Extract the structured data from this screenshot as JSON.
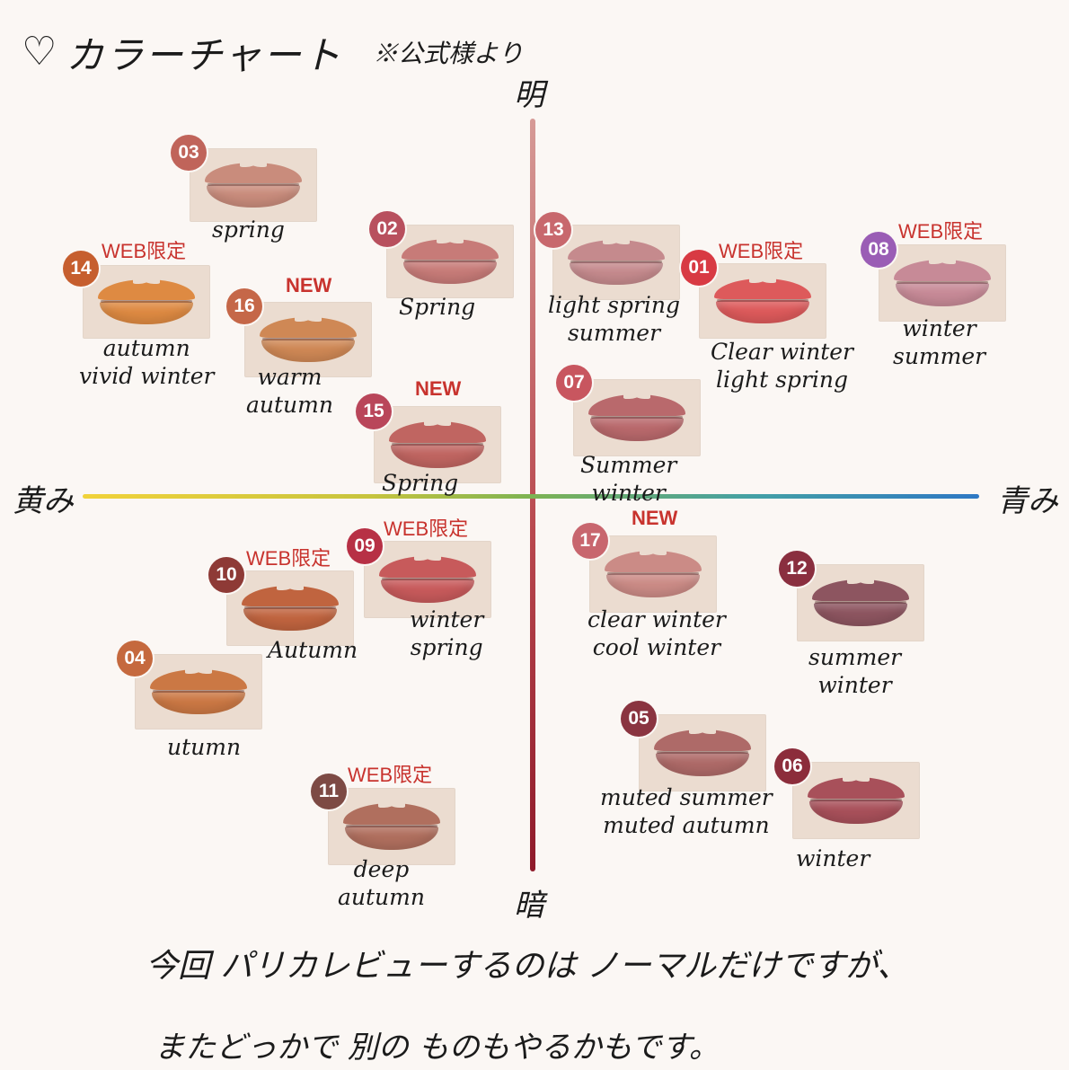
{
  "header": {
    "heart_icon": "heart-outline-icon",
    "title": "カラーチャート",
    "note": "※公式様より"
  },
  "axes": {
    "top": "明",
    "bottom": "暗",
    "left": "黄み",
    "right": "青み"
  },
  "swatches": [
    {
      "number": "03",
      "badge_color": "#c0645a",
      "lip_color": "#c98c7c",
      "tag": "",
      "captions": [
        "spring"
      ]
    },
    {
      "number": "02",
      "badge_color": "#b8505e",
      "lip_color": "#c77b78",
      "tag": "",
      "captions": [
        "Spring"
      ]
    },
    {
      "number": "14",
      "badge_color": "#c65e2e",
      "lip_color": "#de8a42",
      "tag": "WEB限定",
      "captions": [
        "autumn",
        "vivid winter"
      ]
    },
    {
      "number": "16",
      "badge_color": "#c56748",
      "lip_color": "#cf8855",
      "tag": "NEW",
      "captions": [
        "warm",
        "autumn"
      ]
    },
    {
      "number": "15",
      "badge_color": "#b9465a",
      "lip_color": "#c06561",
      "tag": "NEW",
      "captions": [
        "Spring"
      ]
    },
    {
      "number": "13",
      "badge_color": "#c8686d",
      "lip_color": "#c58a8d",
      "tag": "",
      "captions": [
        "light spring",
        "summer"
      ]
    },
    {
      "number": "01",
      "badge_color": "#d83a43",
      "lip_color": "#dd5a5b",
      "tag": "WEB限定",
      "captions": [
        "Clear winter",
        "light spring"
      ]
    },
    {
      "number": "08",
      "badge_color": "#9a5db5",
      "lip_color": "#c78a97",
      "tag": "WEB限定",
      "captions": [
        "winter",
        "summer"
      ]
    },
    {
      "number": "07",
      "badge_color": "#c8565f",
      "lip_color": "#b9696c",
      "tag": "",
      "captions": [
        "Summer",
        "winter"
      ]
    },
    {
      "number": "09",
      "badge_color": "#b73045",
      "lip_color": "#c75a5b",
      "tag": "WEB限定",
      "captions": [
        "winter",
        "spring"
      ]
    },
    {
      "number": "10",
      "badge_color": "#8e3a36",
      "lip_color": "#c0643f",
      "tag": "WEB限定",
      "captions": [
        "Autumn"
      ]
    },
    {
      "number": "04",
      "badge_color": "#c5693e",
      "lip_color": "#cb7844",
      "tag": "",
      "captions": [
        "utumn"
      ]
    },
    {
      "number": "11",
      "badge_color": "#7d4a44",
      "lip_color": "#b06f5e",
      "tag": "WEB限定",
      "captions": [
        "deep",
        "autumn"
      ]
    },
    {
      "number": "17",
      "badge_color": "#c8666e",
      "lip_color": "#cb8b86",
      "tag": "NEW",
      "captions": [
        "clear winter",
        "cool winter"
      ]
    },
    {
      "number": "12",
      "badge_color": "#8a2f3f",
      "lip_color": "#8d5560",
      "tag": "",
      "captions": [
        "summer",
        "winter"
      ]
    },
    {
      "number": "05",
      "badge_color": "#8a3440",
      "lip_color": "#ae6a68",
      "tag": "",
      "captions": [
        "muted  summer",
        "muted  autumn"
      ]
    },
    {
      "number": "06",
      "badge_color": "#8c2d3b",
      "lip_color": "#a8505a",
      "tag": "",
      "captions": [
        "winter"
      ]
    }
  ],
  "footer": {
    "line1": "今回 パリカレビューするのは ノーマルだけですが、",
    "line2": "またどっかで 別の ものもやるかもです。"
  }
}
